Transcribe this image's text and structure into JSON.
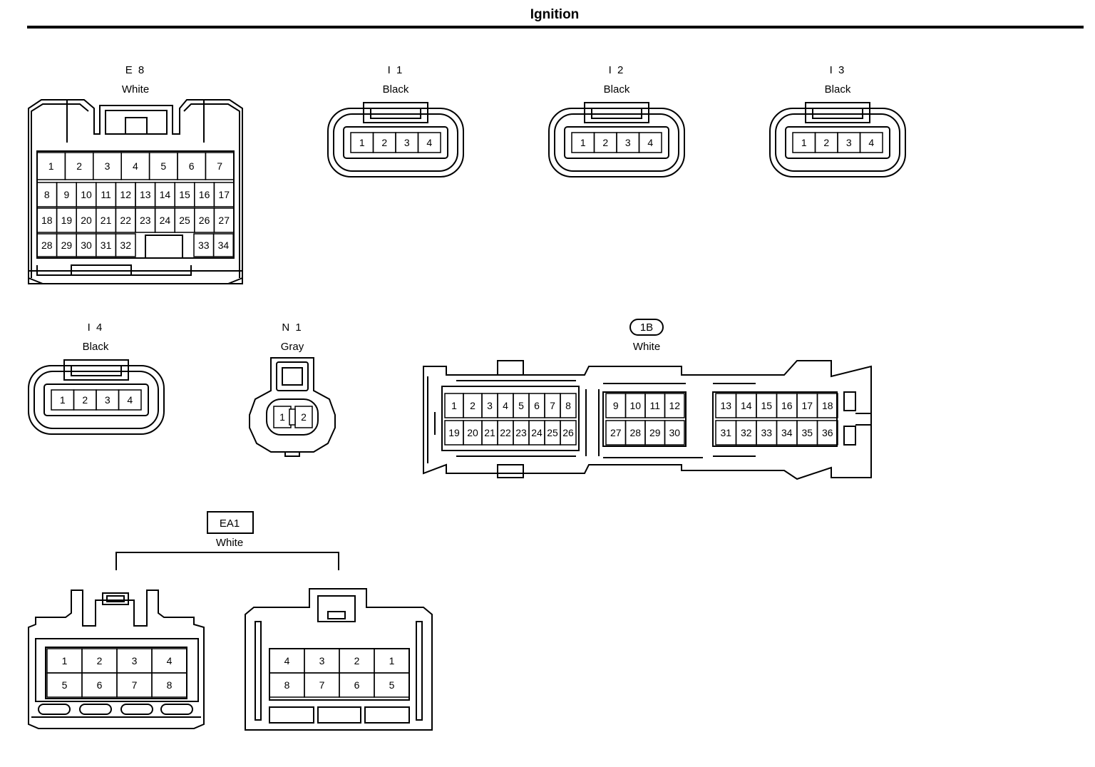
{
  "title": "Ignition",
  "connectors": {
    "E8": {
      "id": "E 8",
      "color": "White",
      "rows": [
        [
          "1",
          "2",
          "3",
          "4",
          "5",
          "6",
          "7"
        ],
        [
          "8",
          "9",
          "10",
          "11",
          "12",
          "13",
          "14",
          "15",
          "16",
          "17"
        ],
        [
          "18",
          "19",
          "20",
          "21",
          "22",
          "23",
          "24",
          "25",
          "26",
          "27"
        ],
        [
          "28",
          "29",
          "30",
          "31",
          "32",
          "33",
          "34"
        ]
      ]
    },
    "I1": {
      "id": "I 1",
      "color": "Black",
      "pins": [
        "1",
        "2",
        "3",
        "4"
      ]
    },
    "I2": {
      "id": "I 2",
      "color": "Black",
      "pins": [
        "1",
        "2",
        "3",
        "4"
      ]
    },
    "I3": {
      "id": "I 3",
      "color": "Black",
      "pins": [
        "1",
        "2",
        "3",
        "4"
      ]
    },
    "I4": {
      "id": "I 4",
      "color": "Black",
      "pins": [
        "1",
        "2",
        "3",
        "4"
      ]
    },
    "N1": {
      "id": "N 1",
      "color": "Gray",
      "pins": [
        "1",
        "2"
      ]
    },
    "1B": {
      "id": "1B",
      "color": "White",
      "rows": [
        [
          "1",
          "2",
          "3",
          "4",
          "5",
          "6",
          "7",
          "8",
          "9",
          "10",
          "11",
          "12",
          "13",
          "14",
          "15",
          "16",
          "17",
          "18"
        ],
        [
          "19",
          "20",
          "21",
          "22",
          "23",
          "24",
          "25",
          "26",
          "27",
          "28",
          "29",
          "30",
          "31",
          "32",
          "33",
          "34",
          "35",
          "36"
        ]
      ]
    },
    "EA1": {
      "id": "EA1",
      "color": "White",
      "left": [
        [
          "1",
          "2",
          "3",
          "4"
        ],
        [
          "5",
          "6",
          "7",
          "8"
        ]
      ],
      "right": [
        [
          "4",
          "3",
          "2",
          "1"
        ],
        [
          "8",
          "7",
          "6",
          "5"
        ]
      ]
    }
  }
}
